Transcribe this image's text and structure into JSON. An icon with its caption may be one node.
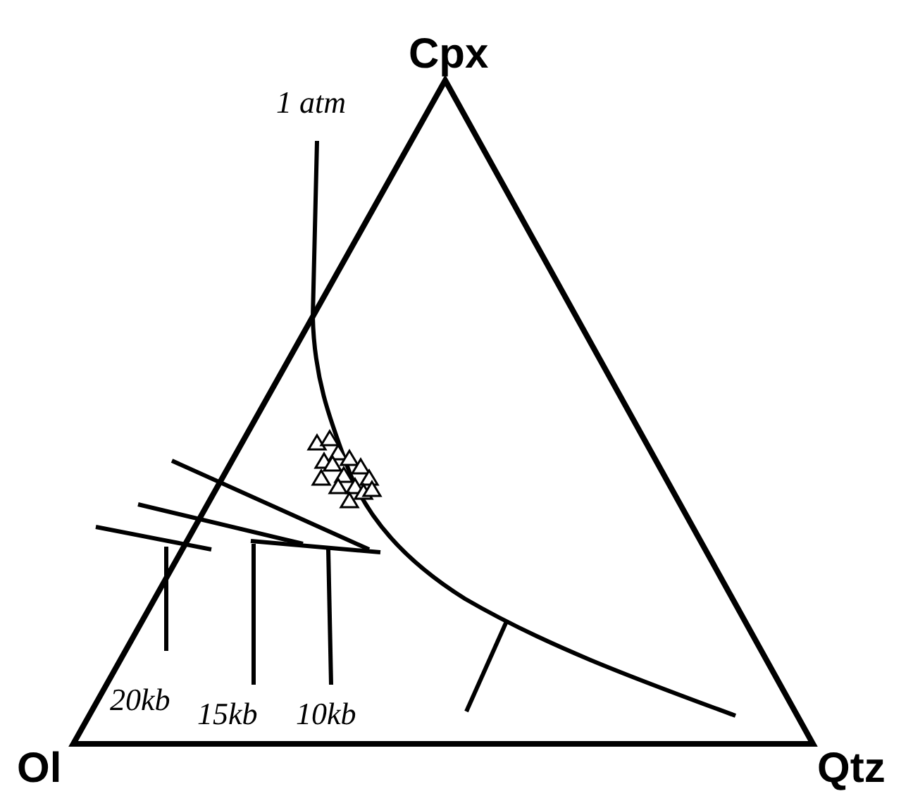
{
  "diagram": {
    "labels": [
      "Cpx",
      "1 atm",
      "20kb",
      "15kb",
      "10kb",
      "Ol",
      "Qtz"
    ]
  }
}
